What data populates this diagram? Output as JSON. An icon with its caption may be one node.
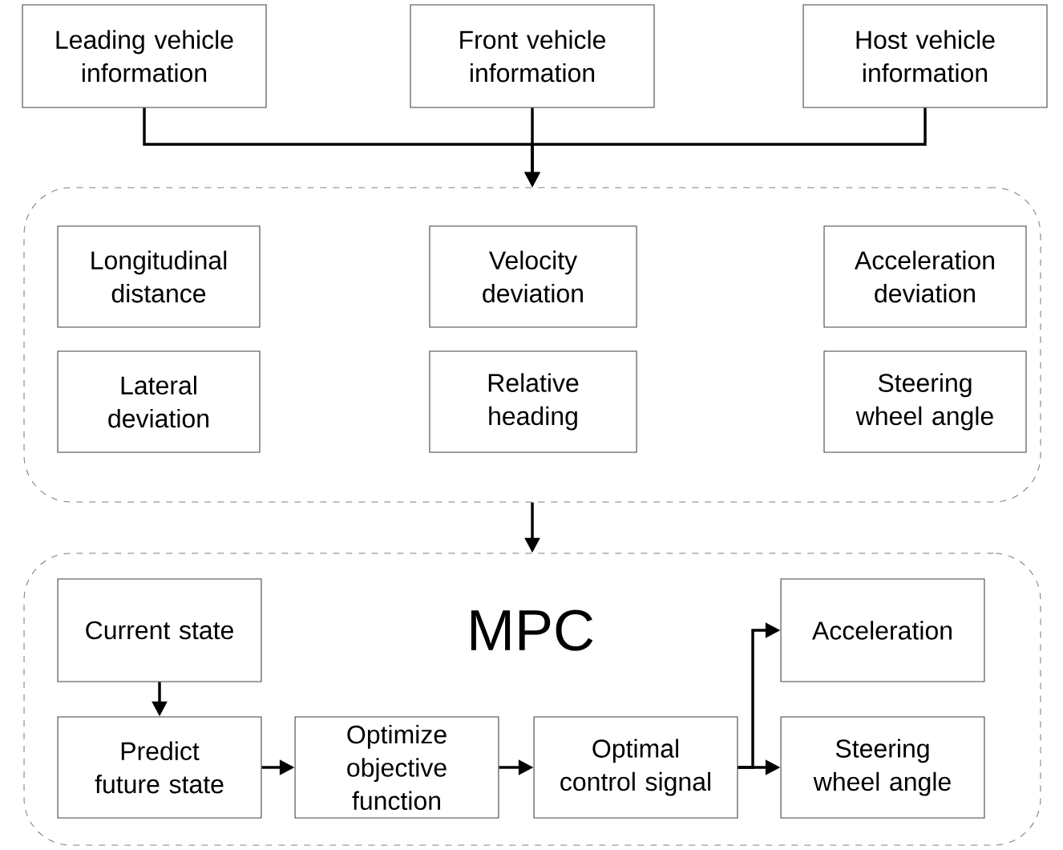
{
  "diagram": {
    "nodes": [
      {
        "text": [
          "Leading vehicle information"
        ]
      },
      {
        "text": [
          "Front vehicle information"
        ]
      },
      {
        "text": [
          "Host vehicle information"
        ]
      },
      {
        "text": [],
        "shape": "box"
      },
      {
        "text": [
          "Longitudinal distance"
        ],
        "in": 3
      },
      {
        "text": [
          "Velocity deviation"
        ],
        "in": 3
      },
      {
        "text": [
          "Acceleration deviation"
        ],
        "in": 3
      },
      {
        "text": [
          "Lateral deviation"
        ],
        "in": 3
      },
      {
        "text": [
          "Relative heading"
        ],
        "in": 3
      },
      {
        "text": [
          "Steering wheel angle"
        ],
        "in": 3
      },
      {
        "text": [
          "MPC"
        ]
      },
      {
        "text": [
          "Current state"
        ],
        "in": 10
      },
      {
        "text": [
          "Predict future state"
        ],
        "in": 10
      },
      {
        "text": [
          "Optimize objective function"
        ],
        "in": 10
      },
      {
        "text": [
          "Optimal control signal"
        ],
        "in": 10
      },
      {
        "text": [
          "Acceleration"
        ],
        "in": 10
      },
      {
        "text": [
          "Steering wheel angle"
        ],
        "in": 10
      }
    ],
    "edges": [
      {
        "from": 0,
        "to": 3,
        "arrow": "to"
      },
      {
        "from": 1,
        "to": 3,
        "arrow": "to"
      },
      {
        "from": 2,
        "to": 3,
        "arrow": "to"
      },
      {
        "from": 3,
        "to": 10,
        "arrow": "to"
      },
      {
        "from": 11,
        "to": 12,
        "arrow": "to"
      },
      {
        "from": 12,
        "to": 13,
        "arrow": "to"
      },
      {
        "from": 13,
        "to": 14,
        "arrow": "to"
      },
      {
        "from": 14,
        "to": 15,
        "arrow": "to"
      },
      {
        "from": 14,
        "to": 16,
        "arrow": "to"
      }
    ]
  }
}
